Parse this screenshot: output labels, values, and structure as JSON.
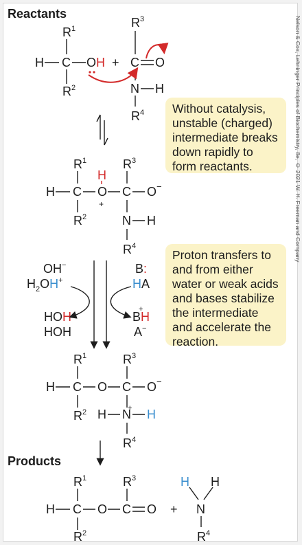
{
  "colors": {
    "ink": "#1d1d1d",
    "red": "#d32a2a",
    "blue": "#3b8fcf",
    "callout_bg": "#fbf3c8"
  },
  "sections": {
    "reactants": "Reactants",
    "products": "Products"
  },
  "notes": {
    "without_catalysis": "Without catalysis, unstable (charged) intermediate breaks down rapidly to form reactants.",
    "proton_transfers": "Proton transfers to and from either water or weak acids and bases stabilize the intermediate and accelerate the reaction."
  },
  "copyright": "Nelson & Cox, Lehninger Principles of Biochemistry, 8e, © 2021 W. H. Freeman and Company",
  "molecules": {
    "r1": "R",
    "r1_sup": "1",
    "r2": "R",
    "r2_sup": "2",
    "r3": "R",
    "r3_sup": "3",
    "r4": "R",
    "r4_sup": "4",
    "h": "H",
    "c": "C",
    "o": "O",
    "n": "N",
    "plus": "+",
    "minus": "−"
  },
  "acid_base": {
    "oh_minus": "OH",
    "h2o_h": "H",
    "h2o_2": "2",
    "h2o_o": "O",
    "h2o_h_blue": "H",
    "hoh_1": "HOH",
    "hoh_2": "HOH",
    "hoh_red_prefix": "HO",
    "hoh_red_h": "H",
    "b_colon": "B",
    "colon": ":",
    "ha_h": "H",
    "ha_a": "A",
    "bh_b": "B",
    "bh_h": "H",
    "a_minus": "A"
  }
}
